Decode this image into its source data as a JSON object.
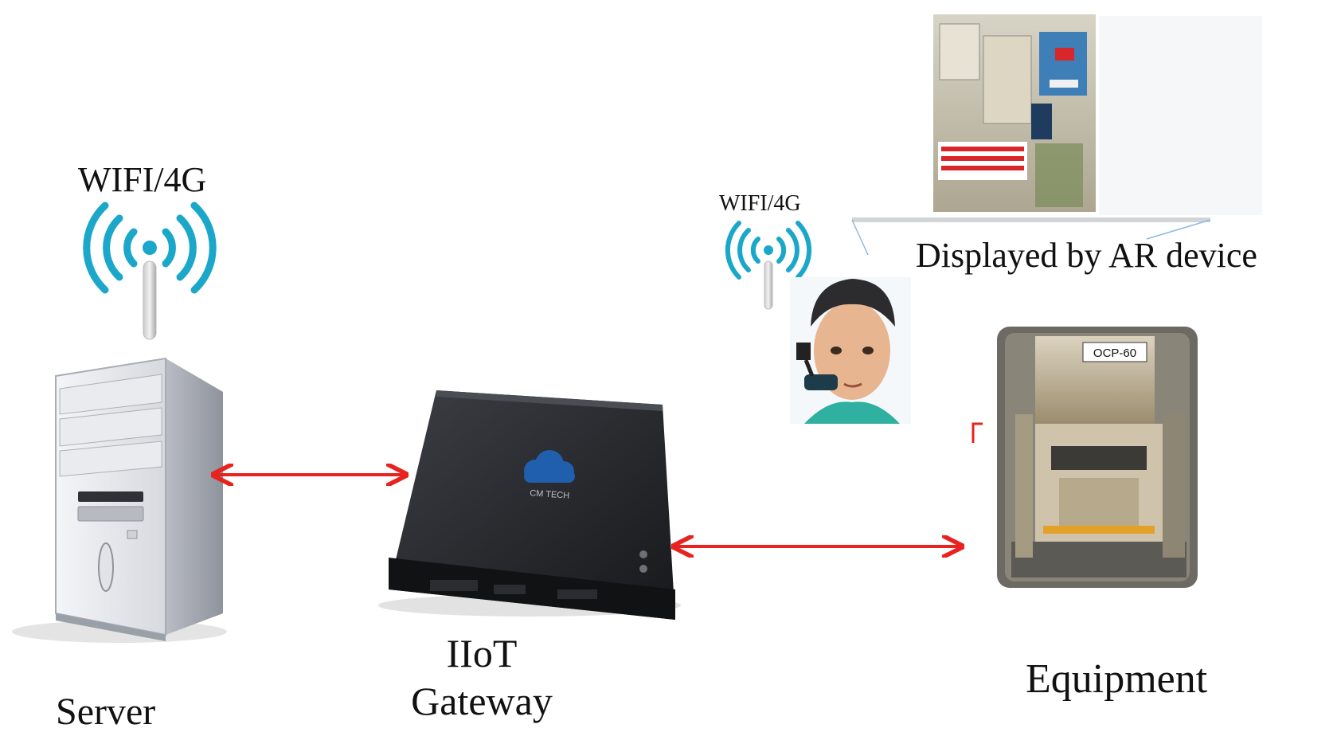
{
  "labels": {
    "wifi_server": "WIFI/4G",
    "wifi_ar": "WIFI/4G",
    "server": "Server",
    "gateway_line1": "IIoT",
    "gateway_line2": "Gateway",
    "gateway_brand": "CM TECH",
    "equipment": "Equipment",
    "machine_tag": "OCP-60",
    "ar_caption": "Displayed by AR device"
  },
  "icons": {
    "server": "server-tower-icon",
    "gateway": "iiot-gateway-box-icon",
    "wifi": "wifi-signal-icon",
    "ar_user": "ar-headset-user-icon",
    "equipment": "press-machine-photo",
    "ar_view": "ar-display-photo"
  },
  "colors": {
    "arrow": "#e8231f",
    "wifi": "#1ba7c9",
    "gateway_body": "#1f2124",
    "cloud": "#1f5fae"
  }
}
